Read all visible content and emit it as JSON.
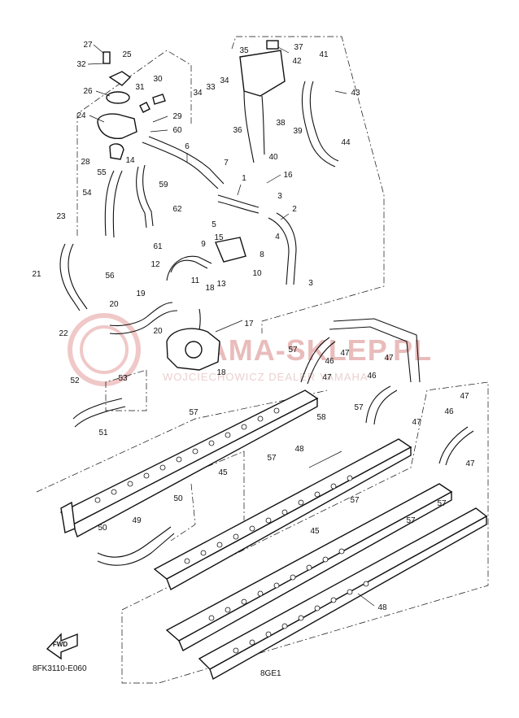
{
  "diagram": {
    "part_code": "8FK3110-E060",
    "variant_code": "8GE1",
    "fwd_label": "FWD",
    "watermark": {
      "title": "YAMA-SKLEP.PL",
      "subtitle": "WOJCIECHOWICZ DEALER YAMAHA"
    },
    "callouts": [
      "27",
      "25",
      "32",
      "26",
      "31",
      "30",
      "24",
      "29",
      "60",
      "28",
      "14",
      "55",
      "6",
      "54",
      "59",
      "62",
      "23",
      "61",
      "21",
      "56",
      "7",
      "1",
      "16",
      "3",
      "2",
      "5",
      "4",
      "15",
      "9",
      "8",
      "10",
      "12",
      "11",
      "13",
      "18",
      "19",
      "20",
      "22",
      "17",
      "35",
      "37",
      "42",
      "41",
      "34",
      "33",
      "36",
      "38",
      "39",
      "40",
      "43",
      "44",
      "52",
      "53",
      "51",
      "57",
      "46",
      "47",
      "58",
      "45",
      "48",
      "50",
      "49"
    ]
  }
}
